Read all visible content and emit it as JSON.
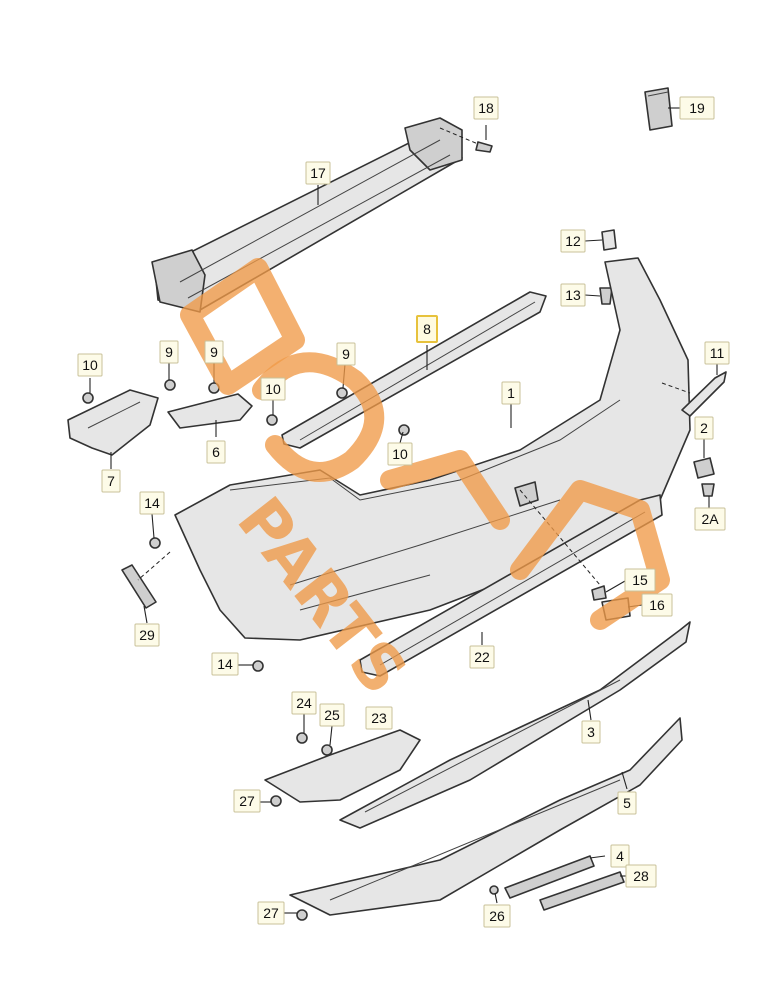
{
  "diagram": {
    "callouts": [
      {
        "id": "c18",
        "label": "18"
      },
      {
        "id": "c19",
        "label": "19"
      },
      {
        "id": "c17",
        "label": "17"
      },
      {
        "id": "c12",
        "label": "12"
      },
      {
        "id": "c13",
        "label": "13"
      },
      {
        "id": "c8",
        "label": "8",
        "highlight": true
      },
      {
        "id": "c10a",
        "label": "10"
      },
      {
        "id": "c9a",
        "label": "9"
      },
      {
        "id": "c9b",
        "label": "9"
      },
      {
        "id": "c9c",
        "label": "9"
      },
      {
        "id": "c11",
        "label": "11"
      },
      {
        "id": "c10b",
        "label": "10"
      },
      {
        "id": "c1",
        "label": "1"
      },
      {
        "id": "c6",
        "label": "6"
      },
      {
        "id": "c10c",
        "label": "10"
      },
      {
        "id": "c2",
        "label": "2"
      },
      {
        "id": "c7",
        "label": "7"
      },
      {
        "id": "c2a",
        "label": "2A"
      },
      {
        "id": "c14a",
        "label": "14"
      },
      {
        "id": "c15",
        "label": "15"
      },
      {
        "id": "c16",
        "label": "16"
      },
      {
        "id": "c29",
        "label": "29"
      },
      {
        "id": "c22",
        "label": "22"
      },
      {
        "id": "c14b",
        "label": "14"
      },
      {
        "id": "c24",
        "label": "24"
      },
      {
        "id": "c25",
        "label": "25"
      },
      {
        "id": "c23",
        "label": "23"
      },
      {
        "id": "c3",
        "label": "3"
      },
      {
        "id": "c27a",
        "label": "27"
      },
      {
        "id": "c5",
        "label": "5"
      },
      {
        "id": "c4",
        "label": "4"
      },
      {
        "id": "c28",
        "label": "28"
      },
      {
        "id": "c27b",
        "label": "27"
      },
      {
        "id": "c26",
        "label": "26"
      }
    ]
  },
  "watermark": {
    "text": "PARTS",
    "color": "#ef9a48"
  },
  "colors": {
    "part_fill": "#e6e6e6",
    "callout_fill": "#fdfbe8",
    "highlight_border": "#e7c23c"
  }
}
